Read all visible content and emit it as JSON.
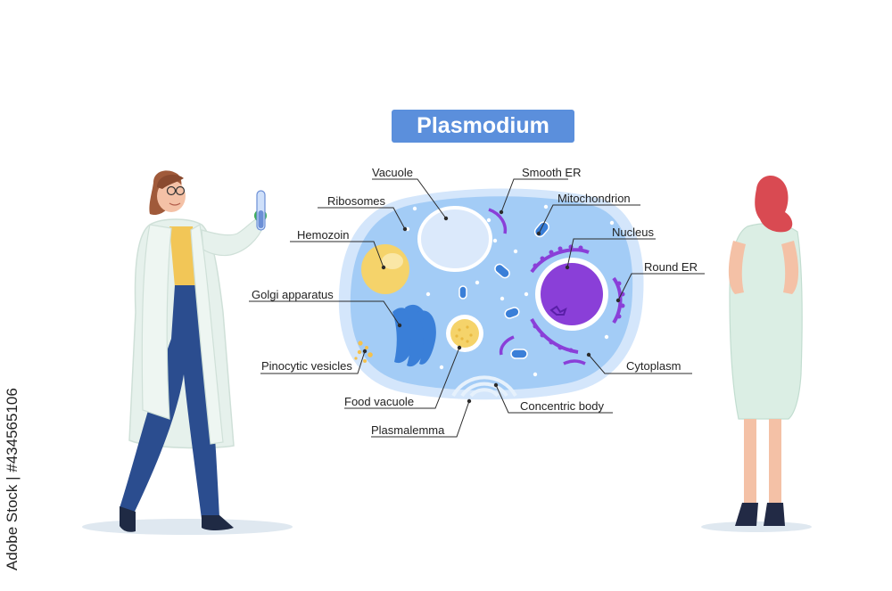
{
  "title": "Plasmodium",
  "labels": {
    "vacuole": "Vacuole",
    "smooth_er": "Smooth ER",
    "ribosomes": "Ribosomes",
    "mitochondrion": "Mitochondrion",
    "nucleus": "Nucleus",
    "hemozoin": "Hemozoin",
    "round_er": "Round ER",
    "golgi_apparatus": "Golgi apparatus",
    "pinocytic_vesicles": "Pinocytic vesicles",
    "cytoplasm": "Cytoplasm",
    "food_vacuole": "Food vacuole",
    "concentric_body": "Concentric body",
    "plasmalemma": "Plasmalemma"
  },
  "watermark": "Adobe Stock | #434565106",
  "colors": {
    "title_bg": "#5b8fdc",
    "cell_outer": "#d4e6fb",
    "cell_inner": "#a3ccf6",
    "nucleus": "#8a3fd8",
    "hemozoin": "#f5d36a",
    "organelle_dark": "#3a7fd8"
  }
}
